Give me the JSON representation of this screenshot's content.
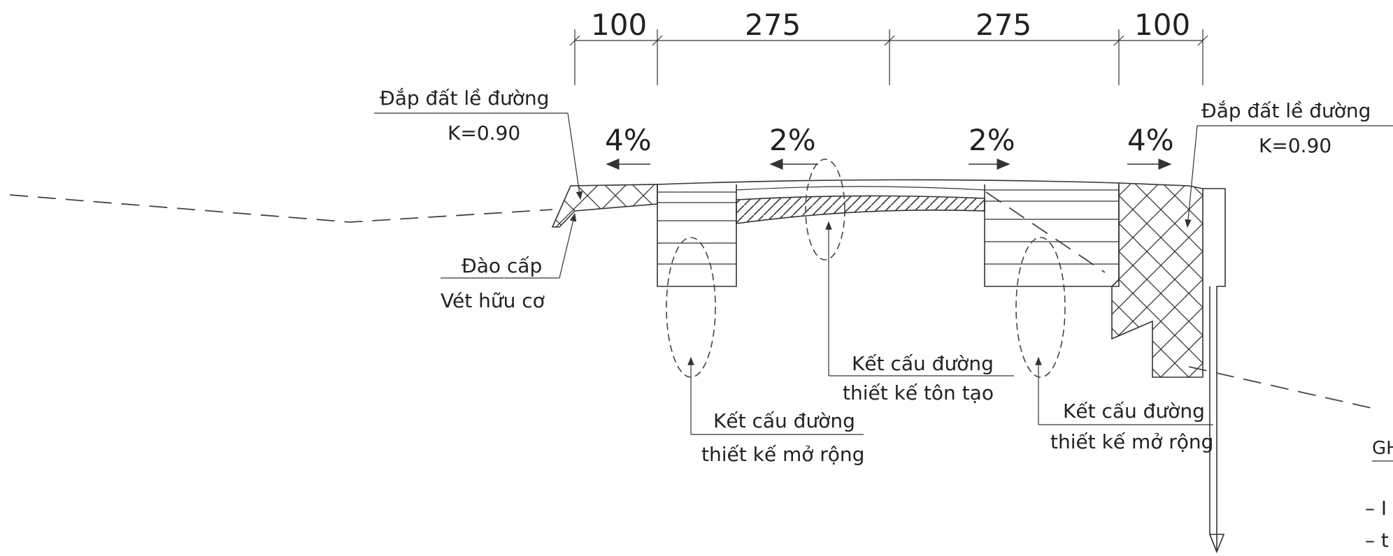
{
  "dimensions": [
    "100",
    "275",
    "275",
    "100"
  ],
  "slopes": [
    "4%",
    "2%",
    "2%",
    "4%"
  ],
  "labels": {
    "left_fill": "Đắp đất lề đường",
    "left_k": "K=0.90",
    "right_fill": "Đắp đất lề đường",
    "right_k": "K=0.90",
    "step_cut": "Đào cấp",
    "organic": "Vét hữu cơ",
    "center_line1": "Kết cấu đường",
    "center_line2": "thiết kế tôn tạo",
    "left_ext_line1": "Kết cấu đường",
    "left_ext_line2": "thiết kế mở rộng",
    "right_ext_line1": "Kết cấu đường",
    "right_ext_line2": "thiết kế mở rộng"
  },
  "notes": {
    "heading": "GHI",
    "item1": "– I",
    "item2": "– t"
  }
}
